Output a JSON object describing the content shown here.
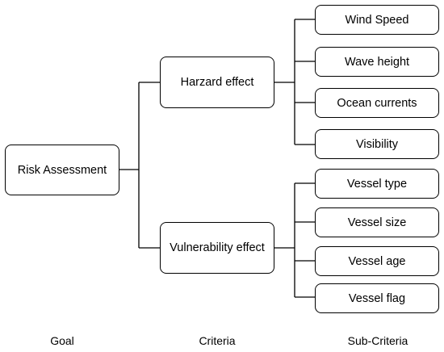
{
  "goal": {
    "label": "Risk Assessment"
  },
  "criteria": [
    {
      "label": "Harzard effect",
      "sub_criteria": [
        "Wind Speed",
        "Wave height",
        "Ocean currents",
        "Visibility"
      ]
    },
    {
      "label": "Vulnerability effect",
      "sub_criteria": [
        "Vessel type",
        "Vessel size",
        "Vessel age",
        "Vessel flag"
      ]
    }
  ],
  "level_labels": {
    "goal": "Goal",
    "criteria": "Criteria",
    "sub_criteria": "Sub-Criteria"
  }
}
